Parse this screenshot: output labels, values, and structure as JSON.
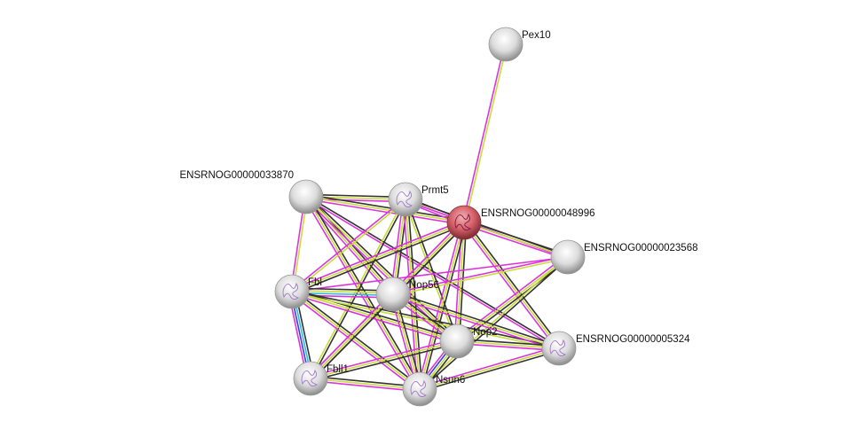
{
  "network": {
    "nodes": [
      {
        "id": "Pex10",
        "label": "Pex10",
        "color": "#e0e0e0",
        "structure": false
      },
      {
        "id": "ENSRNOG00000033870",
        "label": "ENSRNOG00000033870",
        "color": "#e0e0e0",
        "structure": false
      },
      {
        "id": "Prmt5",
        "label": "Prmt5",
        "color": "#e0e0e0",
        "structure": true
      },
      {
        "id": "ENSRNOG00000048996",
        "label": "ENSRNOG00000048996",
        "color": "#d9626b",
        "structure": true,
        "query": true
      },
      {
        "id": "ENSRNOG00000023568",
        "label": "ENSRNOG00000023568",
        "color": "#e0e0e0",
        "structure": false
      },
      {
        "id": "Fbl",
        "label": "Fbl",
        "color": "#e0e0e0",
        "structure": true
      },
      {
        "id": "Nop56",
        "label": "Nop56",
        "color": "#e0e0e0",
        "structure": false
      },
      {
        "id": "Nop2",
        "label": "Nop2",
        "color": "#e0e0e0",
        "structure": false
      },
      {
        "id": "ENSRNOG00000005324",
        "label": "ENSRNOG00000005324",
        "color": "#e0e0e0",
        "structure": true
      },
      {
        "id": "Fbll1",
        "label": "Fbll1",
        "color": "#e0e0e0",
        "structure": true
      },
      {
        "id": "Nsun6",
        "label": "Nsun6",
        "color": "#e0e0e0",
        "structure": true
      }
    ],
    "edge_colors": {
      "coexpression": "#333333",
      "textmining": "#c8dc3c",
      "experiments": "#dd33dd",
      "database": "#33bbdd",
      "homology": "#3344dd"
    },
    "edges": [
      [
        "Pex10",
        "ENSRNOG00000048996",
        [
          "textmining",
          "experiments"
        ]
      ],
      [
        "ENSRNOG00000033870",
        "Prmt5",
        [
          "coexpression",
          "textmining",
          "experiments"
        ]
      ],
      [
        "ENSRNOG00000033870",
        "ENSRNOG00000048996",
        [
          "coexpression",
          "textmining",
          "experiments"
        ]
      ],
      [
        "ENSRNOG00000033870",
        "Fbl",
        [
          "textmining",
          "experiments"
        ]
      ],
      [
        "ENSRNOG00000033870",
        "Nop56",
        [
          "coexpression",
          "textmining",
          "experiments"
        ]
      ],
      [
        "ENSRNOG00000033870",
        "Nop2",
        [
          "coexpression",
          "textmining",
          "experiments"
        ]
      ],
      [
        "ENSRNOG00000033870",
        "Nsun6",
        [
          "coexpression",
          "textmining",
          "experiments"
        ]
      ],
      [
        "ENSRNOG00000033870",
        "ENSRNOG00000005324",
        [
          "coexpression",
          "experiments"
        ]
      ],
      [
        "Prmt5",
        "ENSRNOG00000048996",
        [
          "coexpression",
          "textmining",
          "experiments"
        ]
      ],
      [
        "Prmt5",
        "Fbl",
        [
          "textmining",
          "experiments"
        ]
      ],
      [
        "Prmt5",
        "Nop56",
        [
          "coexpression",
          "textmining",
          "experiments"
        ]
      ],
      [
        "Prmt5",
        "Nop2",
        [
          "coexpression",
          "textmining"
        ]
      ],
      [
        "Prmt5",
        "Nsun6",
        [
          "coexpression",
          "textmining",
          "experiments"
        ]
      ],
      [
        "Prmt5",
        "Fbll1",
        [
          "coexpression",
          "textmining"
        ]
      ],
      [
        "Prmt5",
        "ENSRNOG00000023568",
        [
          "coexpression",
          "experiments"
        ]
      ],
      [
        "ENSRNOG00000048996",
        "ENSRNOG00000023568",
        [
          "coexpression",
          "textmining",
          "experiments"
        ]
      ],
      [
        "ENSRNOG00000048996",
        "Fbl",
        [
          "coexpression",
          "textmining",
          "experiments"
        ]
      ],
      [
        "ENSRNOG00000048996",
        "Nop56",
        [
          "coexpression",
          "textmining",
          "experiments"
        ]
      ],
      [
        "ENSRNOG00000048996",
        "Nop2",
        [
          "coexpression",
          "textmining",
          "experiments"
        ]
      ],
      [
        "ENSRNOG00000048996",
        "ENSRNOG00000005324",
        [
          "coexpression",
          "textmining",
          "experiments"
        ]
      ],
      [
        "ENSRNOG00000048996",
        "Fbll1",
        [
          "coexpression",
          "textmining",
          "experiments"
        ]
      ],
      [
        "ENSRNOG00000048996",
        "Nsun6",
        [
          "coexpression",
          "textmining",
          "experiments"
        ]
      ],
      [
        "ENSRNOG00000023568",
        "Nop56",
        [
          "textmining",
          "experiments"
        ]
      ],
      [
        "ENSRNOG00000023568",
        "Nop2",
        [
          "coexpression",
          "textmining",
          "experiments"
        ]
      ],
      [
        "ENSRNOG00000023568",
        "Nsun6",
        [
          "coexpression",
          "textmining"
        ]
      ],
      [
        "ENSRNOG00000023568",
        "Fbl",
        [
          "experiments"
        ]
      ],
      [
        "Fbl",
        "Nop56",
        [
          "coexpression",
          "textmining",
          "database",
          "experiments"
        ]
      ],
      [
        "Fbl",
        "Nop2",
        [
          "coexpression",
          "textmining",
          "experiments"
        ]
      ],
      [
        "Fbl",
        "ENSRNOG00000005324",
        [
          "coexpression",
          "textmining"
        ]
      ],
      [
        "Fbl",
        "Fbll1",
        [
          "coexpression",
          "database",
          "homology",
          "experiments"
        ]
      ],
      [
        "Fbl",
        "Nsun6",
        [
          "coexpression",
          "textmining",
          "experiments"
        ]
      ],
      [
        "Nop56",
        "Nop2",
        [
          "coexpression",
          "textmining",
          "experiments"
        ]
      ],
      [
        "Nop56",
        "ENSRNOG00000005324",
        [
          "coexpression",
          "textmining",
          "experiments"
        ]
      ],
      [
        "Nop56",
        "Fbll1",
        [
          "coexpression",
          "textmining",
          "experiments"
        ]
      ],
      [
        "Nop56",
        "Nsun6",
        [
          "coexpression",
          "textmining",
          "experiments"
        ]
      ],
      [
        "Nop2",
        "ENSRNOG00000005324",
        [
          "coexpression",
          "textmining",
          "experiments"
        ]
      ],
      [
        "Nop2",
        "Fbll1",
        [
          "coexpression",
          "textmining",
          "experiments"
        ]
      ],
      [
        "Nop2",
        "Nsun6",
        [
          "coexpression",
          "textmining",
          "homology",
          "experiments"
        ]
      ],
      [
        "ENSRNOG00000005324",
        "Nsun6",
        [
          "coexpression",
          "textmining",
          "experiments"
        ]
      ],
      [
        "Fbll1",
        "Nsun6",
        [
          "coexpression",
          "textmining",
          "experiments"
        ]
      ]
    ]
  }
}
